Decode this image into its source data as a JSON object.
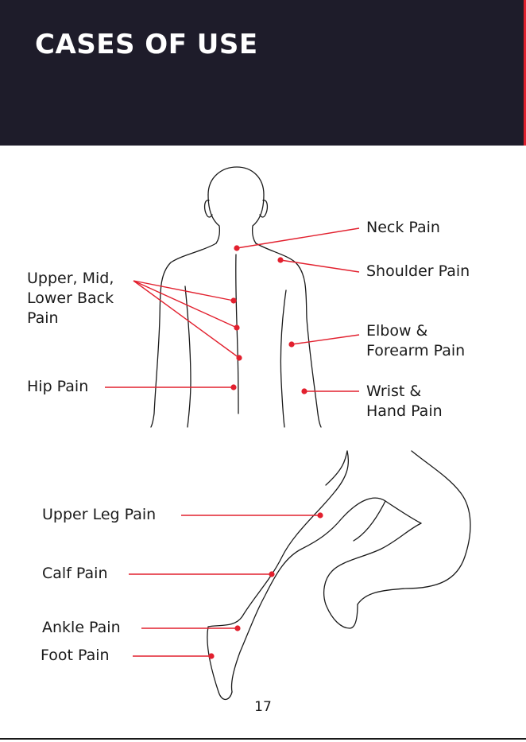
{
  "header": {
    "title": "CASES OF USE"
  },
  "labels": {
    "neck": "Neck Pain",
    "shoulder": "Shoulder Pain",
    "back": "Upper, Mid,\nLower Back\nPain",
    "elbow": "Elbow &\nForearm Pain",
    "hip": "Hip Pain",
    "wrist": "Wrist &\nHand Pain",
    "upper_leg": "Upper Leg Pain",
    "calf": "Calf Pain",
    "ankle": "Ankle Pain",
    "foot": "Foot Pain"
  },
  "footer": {
    "page_number": "17"
  },
  "colors": {
    "header_bg": "#1e1c2a",
    "accent": "#e2202e",
    "outline": "#1a1a1a"
  }
}
